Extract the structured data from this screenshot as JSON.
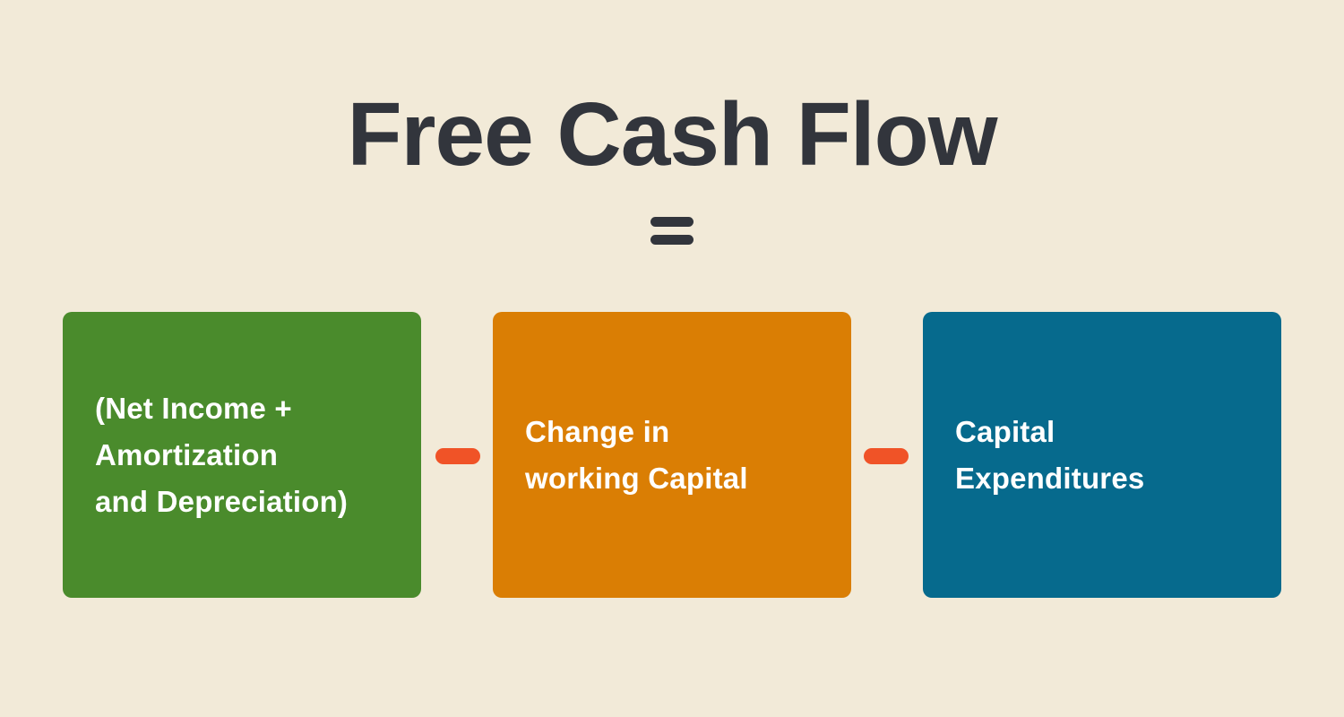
{
  "title": "Free Cash Flow",
  "formula": {
    "equals_symbol": "=",
    "minus_symbol": "−",
    "reading": "Free Cash Flow = (Net Income + Amortization and Depreciation) − Change in working Capital − Capital Expenditures"
  },
  "colors": {
    "background": "#F2EAD8",
    "title_text": "#32353C",
    "box_text": "#FFFFFF",
    "green_box": "#4A8B2C",
    "orange_box": "#DA7E04",
    "blue_box": "#066A8D",
    "operator": "#F05327"
  },
  "boxes": [
    {
      "name": "net-income-box",
      "label": "(Net Income + Amortization and Depreciation)",
      "lines": [
        "(Net Income +",
        "Amortization",
        "and Depreciation)"
      ]
    },
    {
      "name": "working-capital-box",
      "label": "Change in working Capital",
      "lines": [
        "Change in",
        "working Capital"
      ]
    },
    {
      "name": "capital-expenditures-box",
      "label": "Capital Expenditures",
      "lines": [
        "Capital",
        "Expenditures"
      ]
    }
  ]
}
